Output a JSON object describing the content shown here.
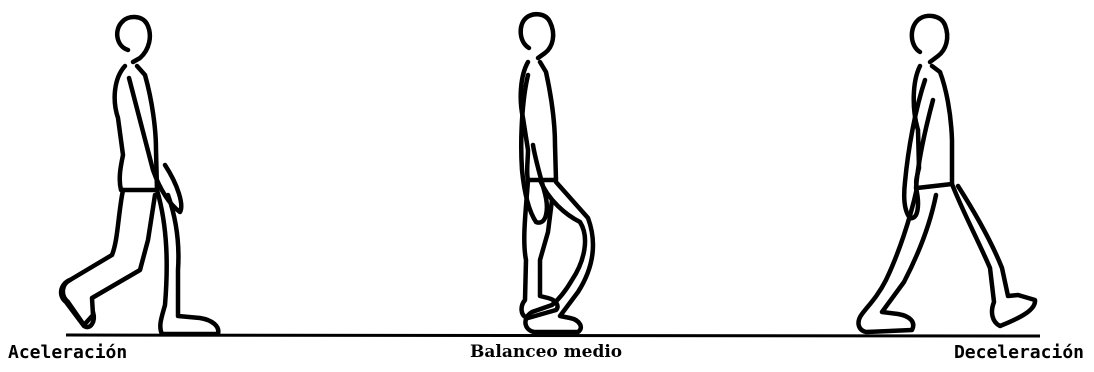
{
  "phases": [
    {
      "id": "acceleration",
      "label": "Aceleración"
    },
    {
      "id": "mid-swing",
      "label": "Balanceo medio"
    },
    {
      "id": "deceleration",
      "label": "Deceleración"
    }
  ],
  "colors": {
    "line": "#000000",
    "background": "#ffffff"
  }
}
